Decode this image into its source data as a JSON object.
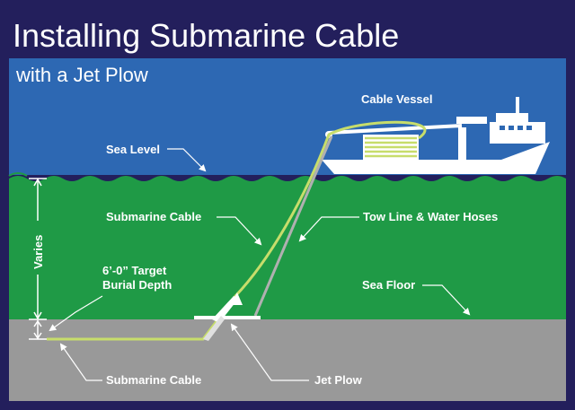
{
  "title": "Installing Submarine Cable",
  "subtitle": "with a Jet Plow",
  "labels": {
    "cable_vessel": "Cable Vessel",
    "sea_level": "Sea Level",
    "submarine_cable_upper": "Submarine Cable",
    "tow_line": "Tow Line & Water Hoses",
    "varies": "Varies",
    "target_line1": "6’-0” Target",
    "target_line2": "Burial Depth",
    "sea_floor": "Sea Floor",
    "submarine_cable_lower": "Submarine Cable",
    "jet_plow": "Jet Plow"
  },
  "colors": {
    "frame": "#231f5c",
    "sky": "#2d68b3",
    "sea": "#1f9a46",
    "seabed": "#999999",
    "cable": "#c7dd6b",
    "towline": "#b0b0b0",
    "ship": "#ffffff"
  }
}
